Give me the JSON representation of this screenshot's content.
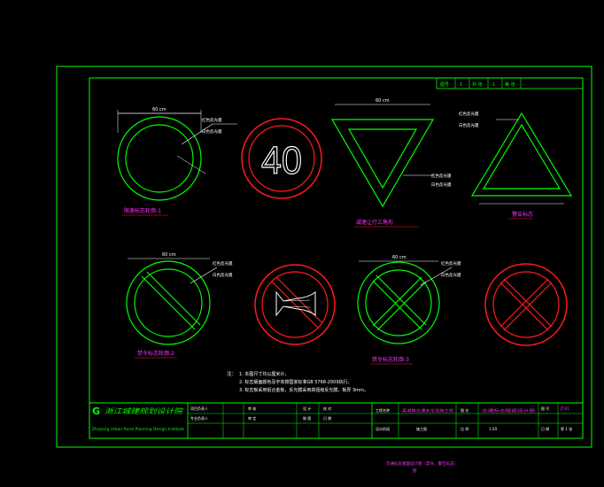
{
  "colors": {
    "frame": "#00ff00",
    "red": "#ff1a1a",
    "white": "#ffffff",
    "yellow": "#ffff00",
    "magenta": "#ff33ff",
    "background": "#000000"
  },
  "sheet": {
    "page_box": [
      "图号",
      "1",
      "共 张",
      "1",
      "第 张"
    ]
  },
  "signs": {
    "speed_limit_text": "40"
  },
  "labels": {
    "circle_a_caption": "限速标志轮廓-1",
    "triangle_yield_caption": "减速让行三角形",
    "warning_caption": "警告标志",
    "circle_b_caption": "禁令标志轮廓-2",
    "circle_c_caption": "禁令标志轮廓-3",
    "dim_width": "60 cm",
    "dim_border": "红色反光膜",
    "dim_inner": "白色反光膜"
  },
  "notes": {
    "heading": "注：",
    "line1": "1. 本图尺寸均以厘米计。",
    "line2": "2. 标志版面颜色及字体按国家标准GB 5768-2009执行。",
    "line3": "3. 标志板采用铝合金板，反光膜采用高强级反光膜，板厚 3mm。"
  },
  "title_block": {
    "company_cn": "浙江城建规划设计院",
    "company_en": "Zhejiang Urban-Rural Planning Design Institute",
    "r1c1": "项目负责人",
    "r1c2": "审 核",
    "r1c3": "设 计",
    "r1c4": "校 对",
    "r2c1": "专业负责人",
    "r2c2": "审 定",
    "r2c3": "制 图",
    "r2c4": "日 期",
    "project_label": "工程名称",
    "project_name": "某道路交通安全设施工程",
    "drawing_label": "图 名",
    "drawing_name": "交通标志版面设计图",
    "no_label": "图 号",
    "no_value": "JT-01",
    "stage_label": "设计阶段",
    "stage_value": "施工图",
    "scale_label": "比 例",
    "scale_value": "1:20",
    "date_label": "日 期",
    "sheet_label": "第 1 张"
  },
  "footer": {
    "line1": "交通标志版面设计图（禁令、警告标志）",
    "line2": "图"
  }
}
